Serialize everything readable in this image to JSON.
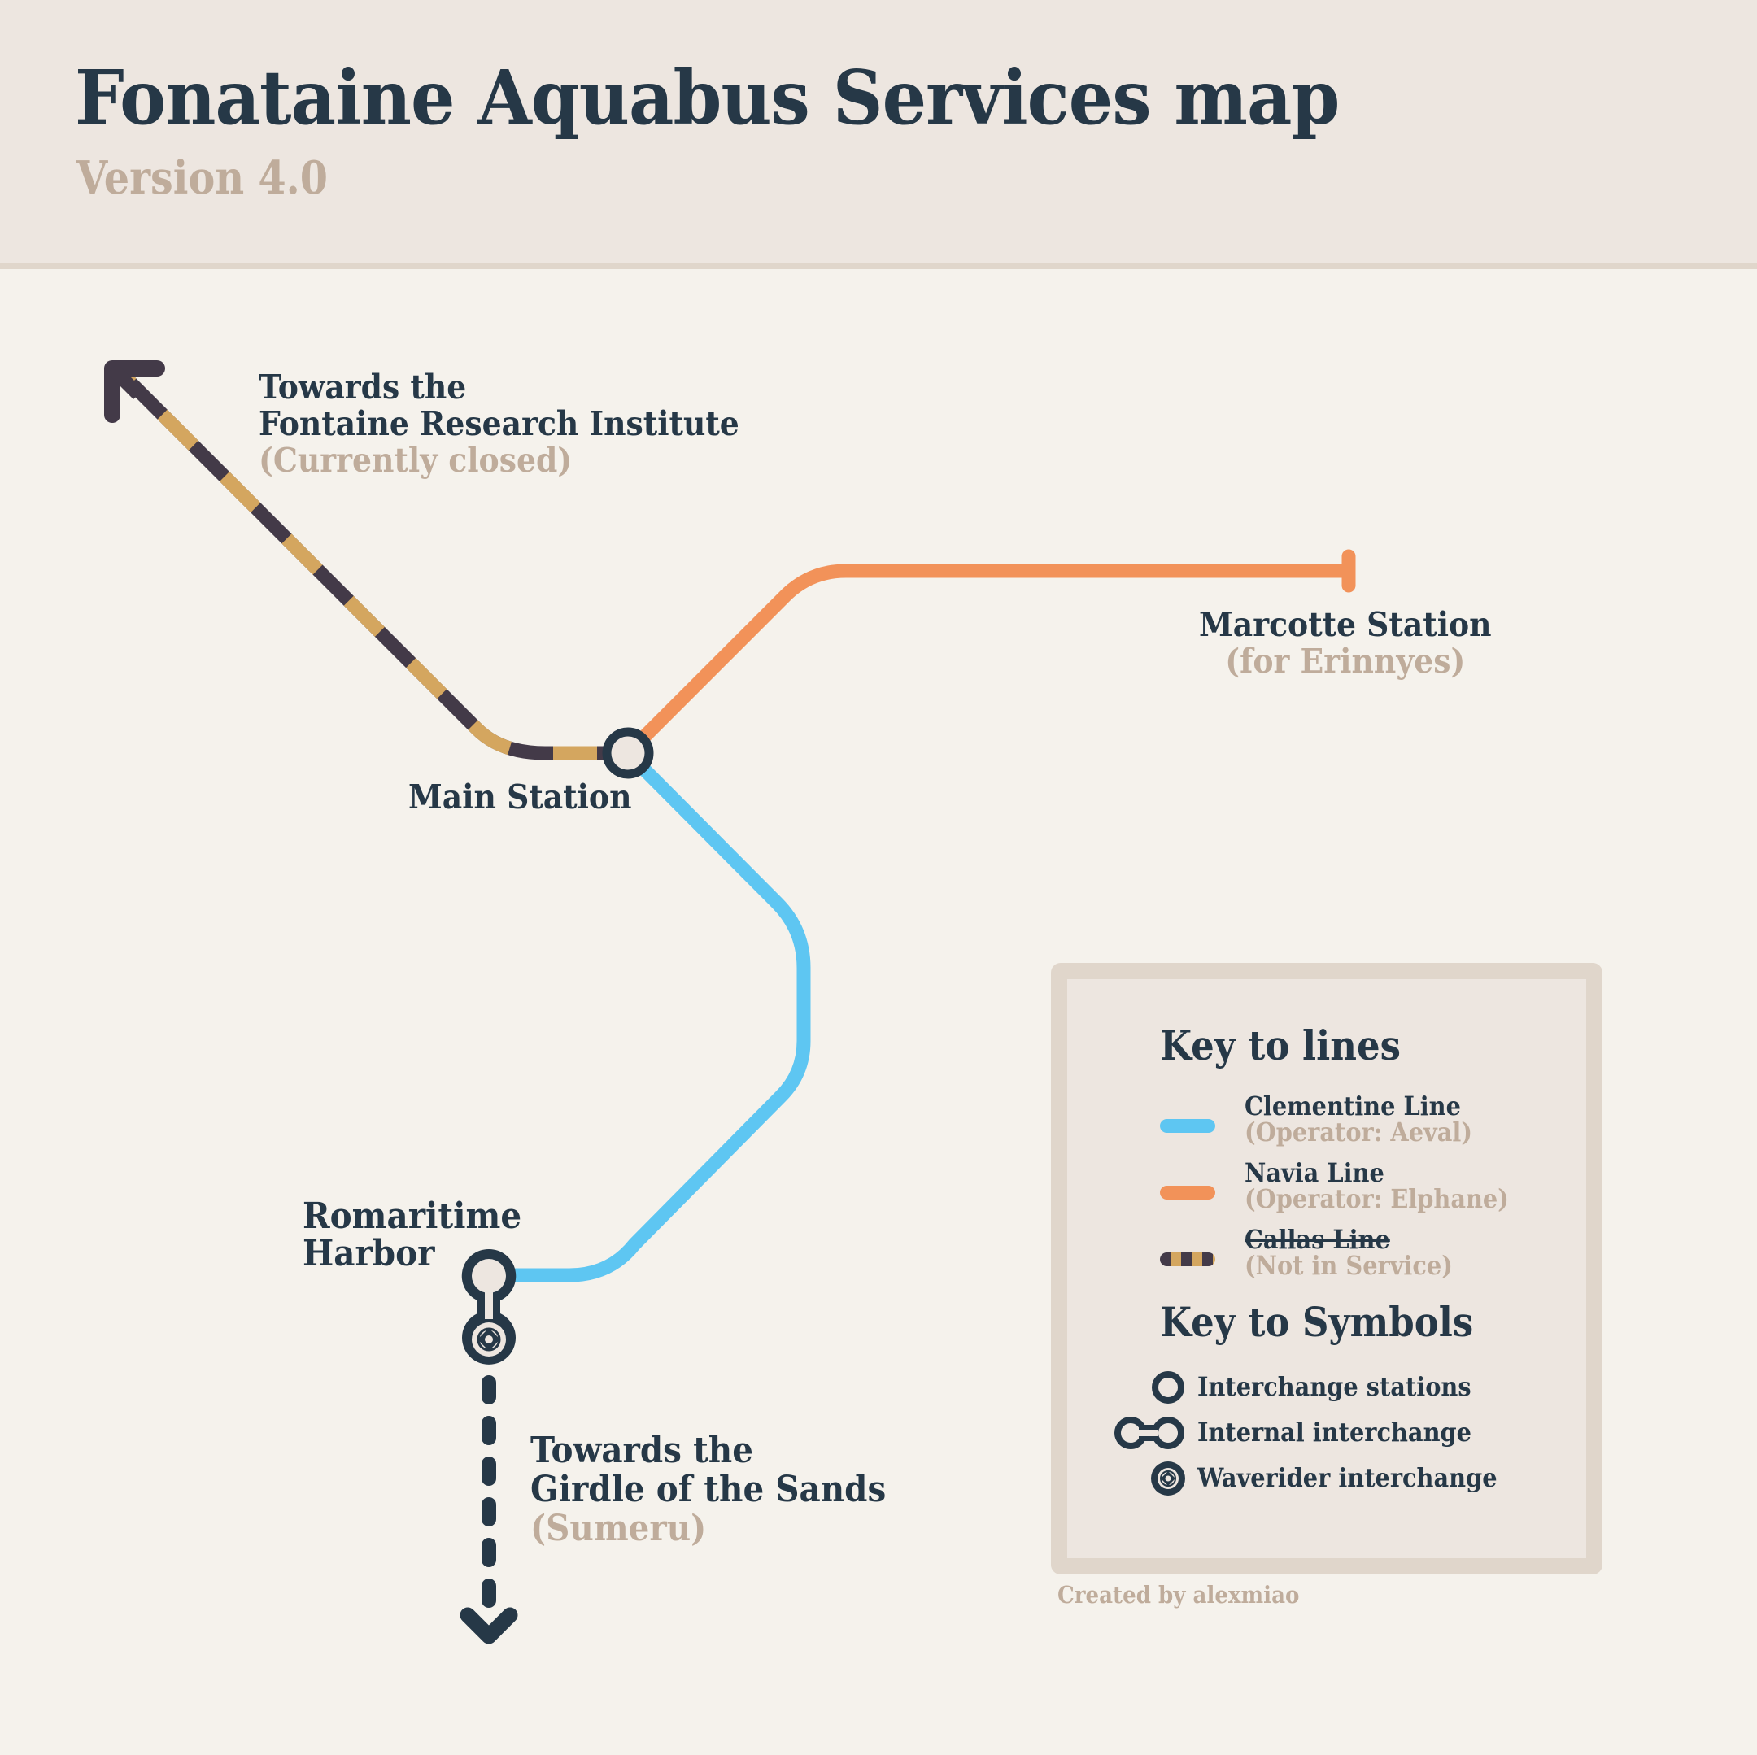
{
  "header": {
    "title": "Fonataine Aquabus Services map",
    "version": "Version 4.0"
  },
  "colors": {
    "background": "#f5f2ec",
    "header_bg": "#ede6e0",
    "ink": "#263847",
    "muted": "#bfac9b",
    "clementine": "#5ec6f2",
    "navia": "#f29259",
    "callas_gold": "#d4a65f",
    "callas_dark": "#433a48",
    "legend_border": "#e0d6cb",
    "station_fill": "#ede6e0"
  },
  "map": {
    "stations": [
      {
        "id": "main",
        "name": "Main Station",
        "type": "interchange"
      },
      {
        "id": "marcotte",
        "name": "Marcotte Station",
        "note": "(for Erinnyes)",
        "type": "terminus"
      },
      {
        "id": "romaritime",
        "name_line1": "Romaritime",
        "name_line2": "Harbor",
        "type": "internal-waverider-interchange"
      }
    ],
    "destinations": {
      "north_west": {
        "line1": "Towards the",
        "line2": "Fontaine Research Institute",
        "note": "(Currently closed)"
      },
      "south": {
        "line1": "Towards the",
        "line2": "Girdle of the Sands",
        "note": "(Sumeru)"
      }
    }
  },
  "legend": {
    "lines_title": "Key to lines",
    "lines": [
      {
        "name": "Clementine Line",
        "operator": "(Operator: Aeval)",
        "color": "#5ec6f2",
        "in_service": true
      },
      {
        "name": "Navia Line",
        "operator": "(Operator: Elphane)",
        "color": "#f29259",
        "in_service": true
      },
      {
        "name": "Callas Line",
        "operator": "(Not in Service)",
        "color": "striped",
        "in_service": false
      }
    ],
    "symbols_title": "Key to Symbols",
    "symbols": [
      {
        "icon": "interchange-station-icon",
        "label": "Interchange stations"
      },
      {
        "icon": "internal-interchange-icon",
        "label": "Internal interchange"
      },
      {
        "icon": "waverider-interchange-icon",
        "label": "Waverider interchange"
      }
    ]
  },
  "footer": {
    "credit": "Created by alexmiao"
  }
}
